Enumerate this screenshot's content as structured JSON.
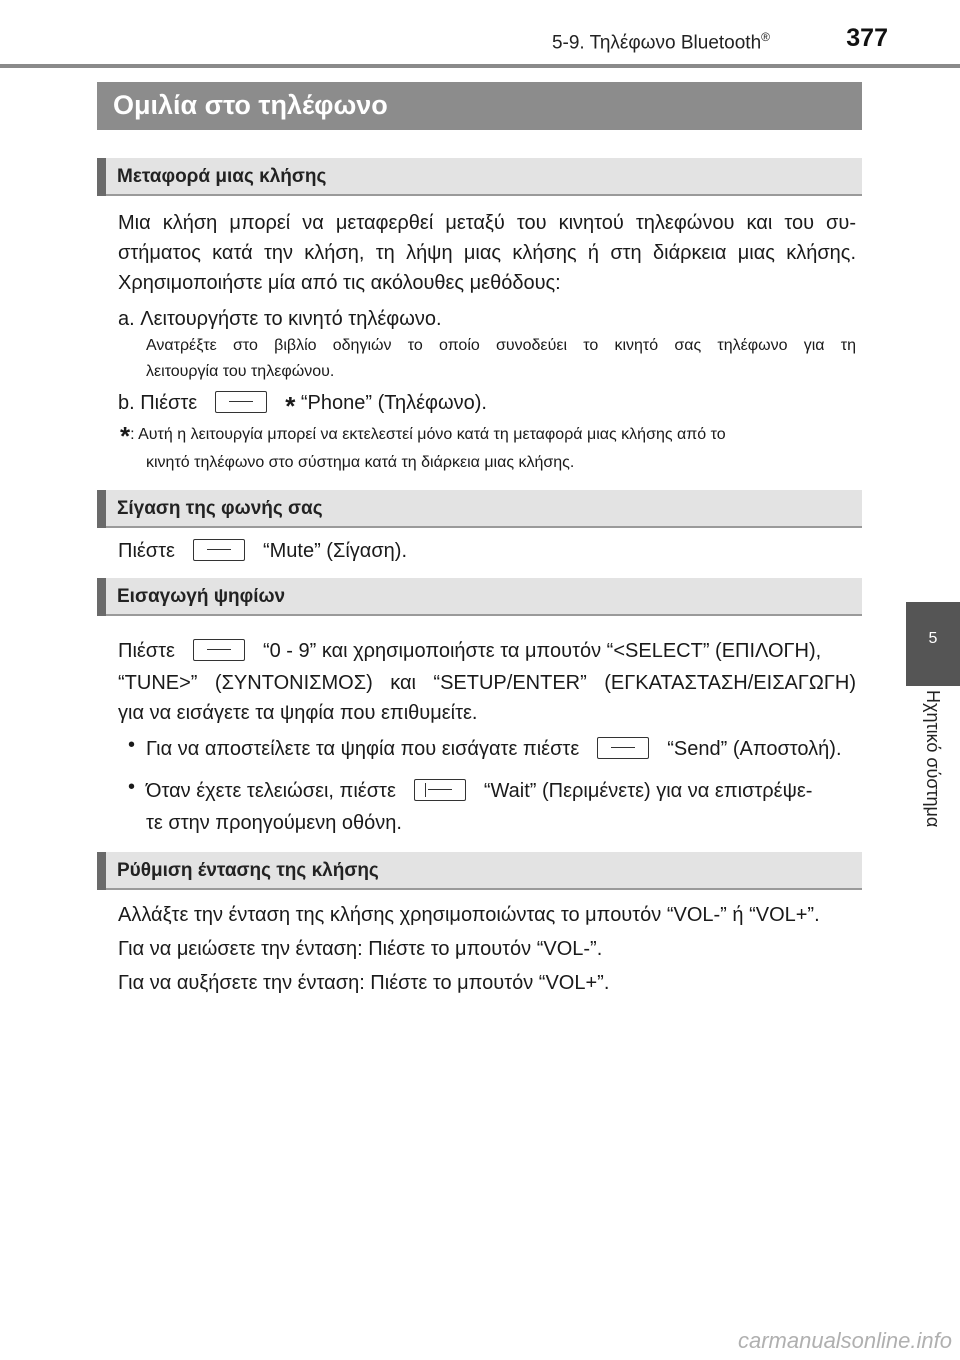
{
  "header": {
    "section": "5-9. Τηλέφωνο Bluetooth",
    "section_mark": "®",
    "page_number": "377"
  },
  "side_tab": {
    "number": "5",
    "label": "Ηχητικό σύστημα"
  },
  "title": "Ομιλία στο τηλέφωνο",
  "sections": {
    "transfer": {
      "heading": "Μεταφορά μιας κλήσης",
      "para1_line1": "Μια κλήση μπορεί να μεταφερθεί μεταξύ του κινητού τηλεφώνου και του συ-",
      "para1_line2": "στήματος κατά την κλήση, τη λήψη μιας κλήσης ή στη διάρκεια μιας κλήσης.",
      "para1_line3": "Χρησιμοποιήστε μία από τις ακόλουθες μεθόδους:",
      "item_a": "a. Λειτουργήστε το κινητό τηλέφωνο.",
      "item_a_note_line1": "Ανατρέξτε στο βιβλίο οδηγιών το οποίο συνοδεύει το κινητό σας τηλέφωνο για τη",
      "item_a_note_line2": "λειτουργία του τηλεφώνου.",
      "item_b_prefix": "b. Πιέστε",
      "item_b_star": "*",
      "item_b_suffix": "“Phone” (Τηλέφωνο).",
      "footnote_mark": "*",
      "footnote_line1": ": Αυτή η λειτουργία μπορεί να εκτελεστεί μόνο κατά τη μεταφορά μιας κλήσης από το",
      "footnote_line2": "κινητό τηλέφωνο στο σύστημα κατά τη διάρκεια μιας κλήσης."
    },
    "mute": {
      "heading": "Σίγαση της φωνής σας",
      "prefix": "Πιέστε",
      "suffix": "“Mute” (Σίγαση)."
    },
    "digits": {
      "heading": "Εισαγωγή ψηφίων",
      "line1_prefix": "Πιέστε",
      "line1_suffix": "“0 - 9” και χρησιμοποιήστε τα μπουτόν “<SELECT” (ΕΠΙΛΟΓΗ),",
      "line2": "“TUNE>” (ΣΥΝΤΟΝΙΣΜΟΣ) και “SETUP/ENTER” (ΕΓΚΑΤΑΣΤΑΣΗ/ΕΙΣΑΓΩΓΗ)",
      "line3": "για να εισάγετε τα ψηφία που επιθυμείτε.",
      "bullet": "•",
      "bullet1_prefix": "Για να αποστείλετε τα ψηφία που εισάγατε πιέστε",
      "bullet1_suffix": "“Send” (Αποστολή).",
      "bullet2_prefix": "Όταν έχετε τελειώσει, πιέστε",
      "bullet2_suffix": "“Wait” (Περιμένετε) για να επιστρέψε-",
      "bullet2_line2": "τε στην προηγούμενη οθόνη."
    },
    "volume": {
      "heading": "Ρύθμιση έντασης της κλήσης",
      "line1": "Αλλάξτε την ένταση της κλήσης χρησιμοποιώντας το μπουτόν “VOL-” ή “VOL+”.",
      "line2": "Για να μειώσετε την ένταση: Πιέστε το μπουτόν “VOL-”.",
      "line3": "Για να αυξήσετε την ένταση: Πιέστε το μπουτόν “VOL+”."
    }
  },
  "watermark": "carmanualsonline.info"
}
